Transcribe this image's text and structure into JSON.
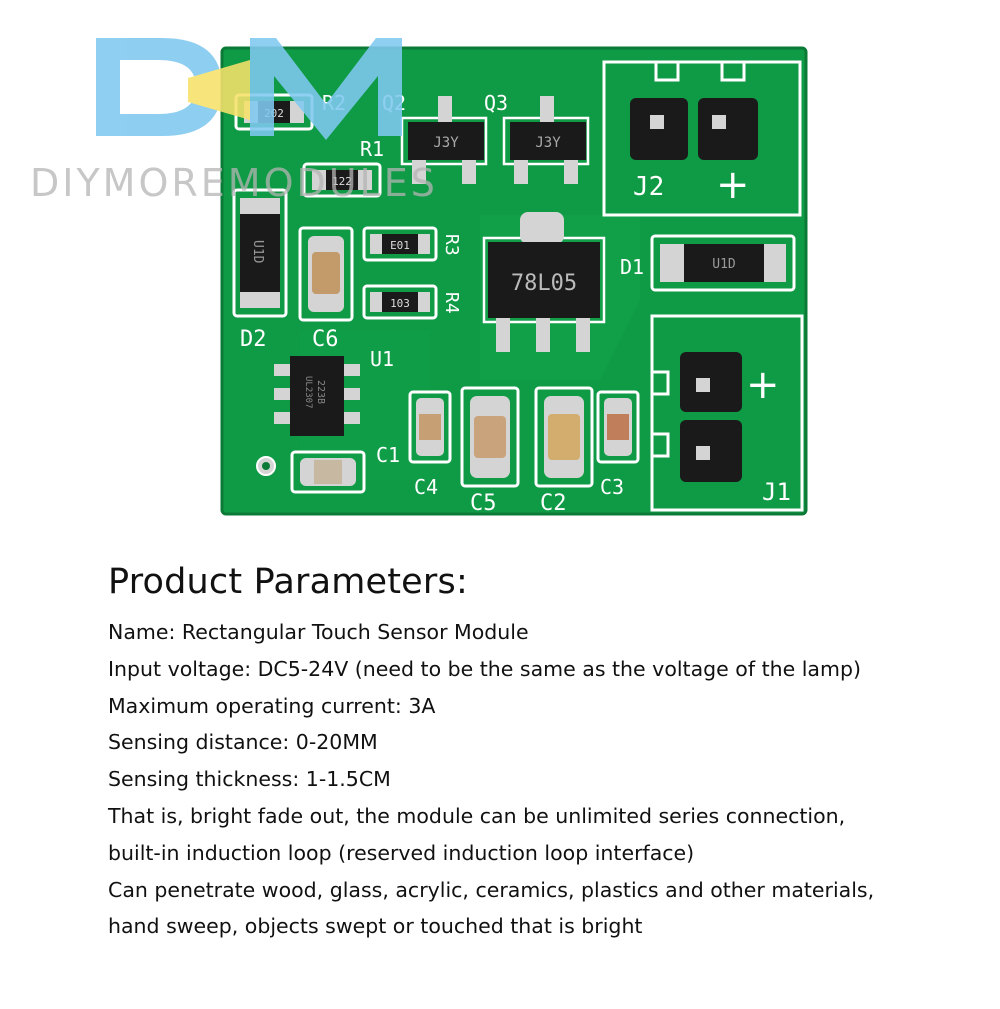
{
  "watermark": {
    "logo_text": "DM",
    "brand_text": "DIYMOREMODULES",
    "colors": {
      "blue": "#7fc8f0",
      "yellow": "#f7e26b"
    }
  },
  "board": {
    "colors": {
      "pcb": "#0f9a45",
      "pcb_dark": "#0b7a36",
      "silk": "#ffffff",
      "pad": "#d4d4d4",
      "chip": "#1a1a1a"
    },
    "designators": {
      "r2": "R2",
      "q2": "Q2",
      "q3": "Q3",
      "r1": "R1",
      "r3": "R3",
      "r4": "R4",
      "d1": "D1",
      "d2": "D2",
      "c6": "C6",
      "u1": "U1",
      "c1": "C1",
      "c4": "C4",
      "c5": "C5",
      "c2": "C2",
      "c3": "C3",
      "j1": "J1",
      "j2": "J2",
      "plus_j2": "+",
      "plus_j1": "+"
    },
    "markings": {
      "r2": "202",
      "r1": "122",
      "q2": "J3Y",
      "q3": "J3Y",
      "r3": "E01",
      "r4": "103",
      "regulator": "78L05",
      "d1": "U1D",
      "d2": "U1D",
      "u1_line1": "223B",
      "u1_line2": "UL2307"
    }
  },
  "parameters": {
    "heading": "Product Parameters:",
    "lines": [
      "Name: Rectangular Touch Sensor Module",
      "Input voltage: DC5-24V (need to be the same as the voltage of the lamp)",
      "Maximum operating current: 3A",
      "Sensing distance: 0-20MM",
      "Sensing thickness: 1-1.5CM",
      "That is, bright fade out, the module can be unlimited series connection,",
      "built-in induction loop (reserved induction loop interface)",
      "Can penetrate wood, glass, acrylic, ceramics, plastics and other materials,",
      "hand sweep, objects swept or touched that is bright"
    ]
  }
}
